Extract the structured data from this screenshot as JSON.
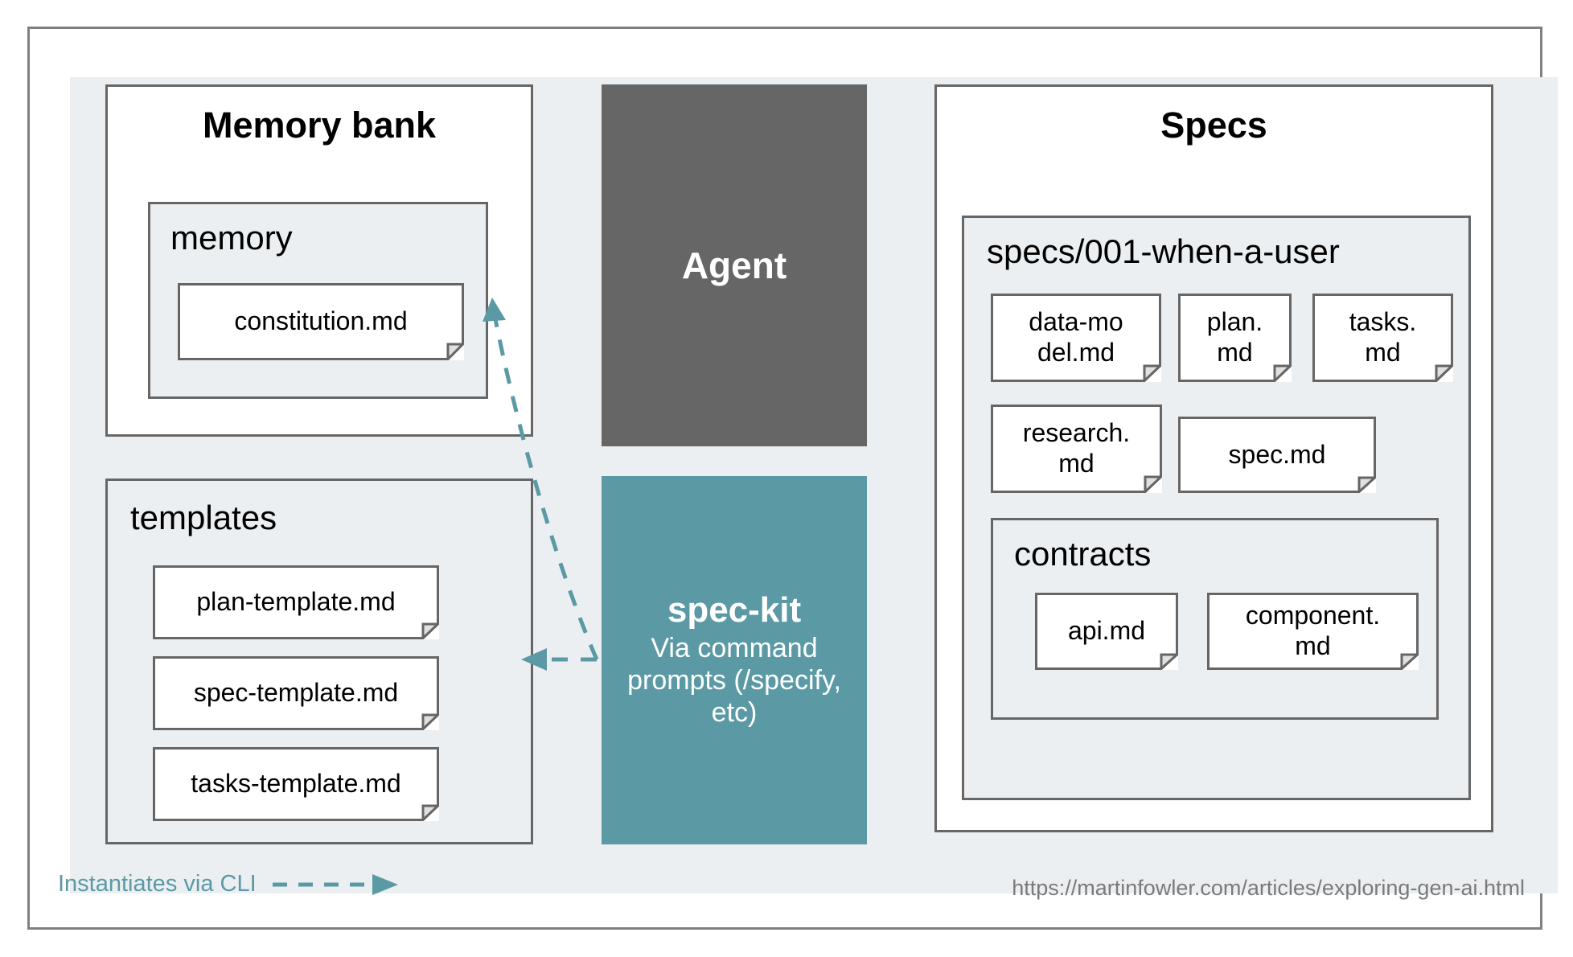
{
  "diagram": {
    "title_bar": null,
    "colors": {
      "panel_bg": "#eceff1",
      "frame_border": "#666666",
      "agent_fill": "#666666",
      "speckit_fill": "#5b9aa5",
      "accent_teal": "#5b9aa5",
      "card_border": "#666666",
      "card_fill": "#ffffff",
      "url_text": "#7a7a7a"
    },
    "memory_bank": {
      "title": "Memory bank",
      "memory_group": {
        "label": "memory",
        "documents": [
          {
            "name": "constitution.md"
          }
        ]
      }
    },
    "templates": {
      "label": "templates",
      "documents": [
        {
          "name": "plan-template.md"
        },
        {
          "name": "spec-template.md"
        },
        {
          "name": "tasks-template.md"
        }
      ]
    },
    "agent": {
      "label": "Agent"
    },
    "speckit": {
      "title": "spec-kit",
      "subtitle": "Via command prompts (/specify, etc)"
    },
    "specs": {
      "title": "Specs",
      "feature_group": {
        "label": "specs/001-when-a-user",
        "documents_row1": [
          {
            "name": "data-mo\ndel.md"
          },
          {
            "name": "plan.\nmd"
          },
          {
            "name": "tasks.\nmd"
          }
        ],
        "documents_row2": [
          {
            "name": "research.\nmd"
          },
          {
            "name": "spec.md"
          }
        ],
        "contracts": {
          "label": "contracts",
          "documents": [
            {
              "name": "api.md"
            },
            {
              "name": "component.\nmd"
            }
          ]
        }
      }
    },
    "legend": {
      "label": "Instantiates via CLI",
      "arrow_style": "dashed-arrow"
    },
    "footer": {
      "source_url": "https://martinfowler.com/articles/exploring-gen-ai.html"
    }
  }
}
